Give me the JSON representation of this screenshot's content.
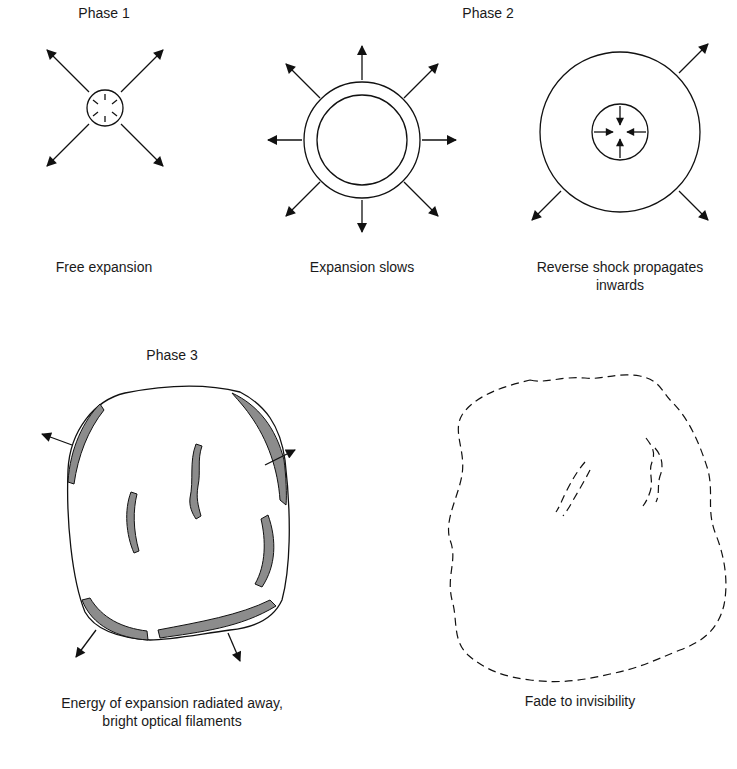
{
  "diagram": {
    "labels": [
      "Phase 1",
      "Phase 2",
      "Free expansion",
      "Expansion slows",
      "Reverse shock propagates inwards",
      "Phase 3",
      "Energy of expansion radiated away, bright optical filaments",
      "Fade to invisibility"
    ]
  }
}
